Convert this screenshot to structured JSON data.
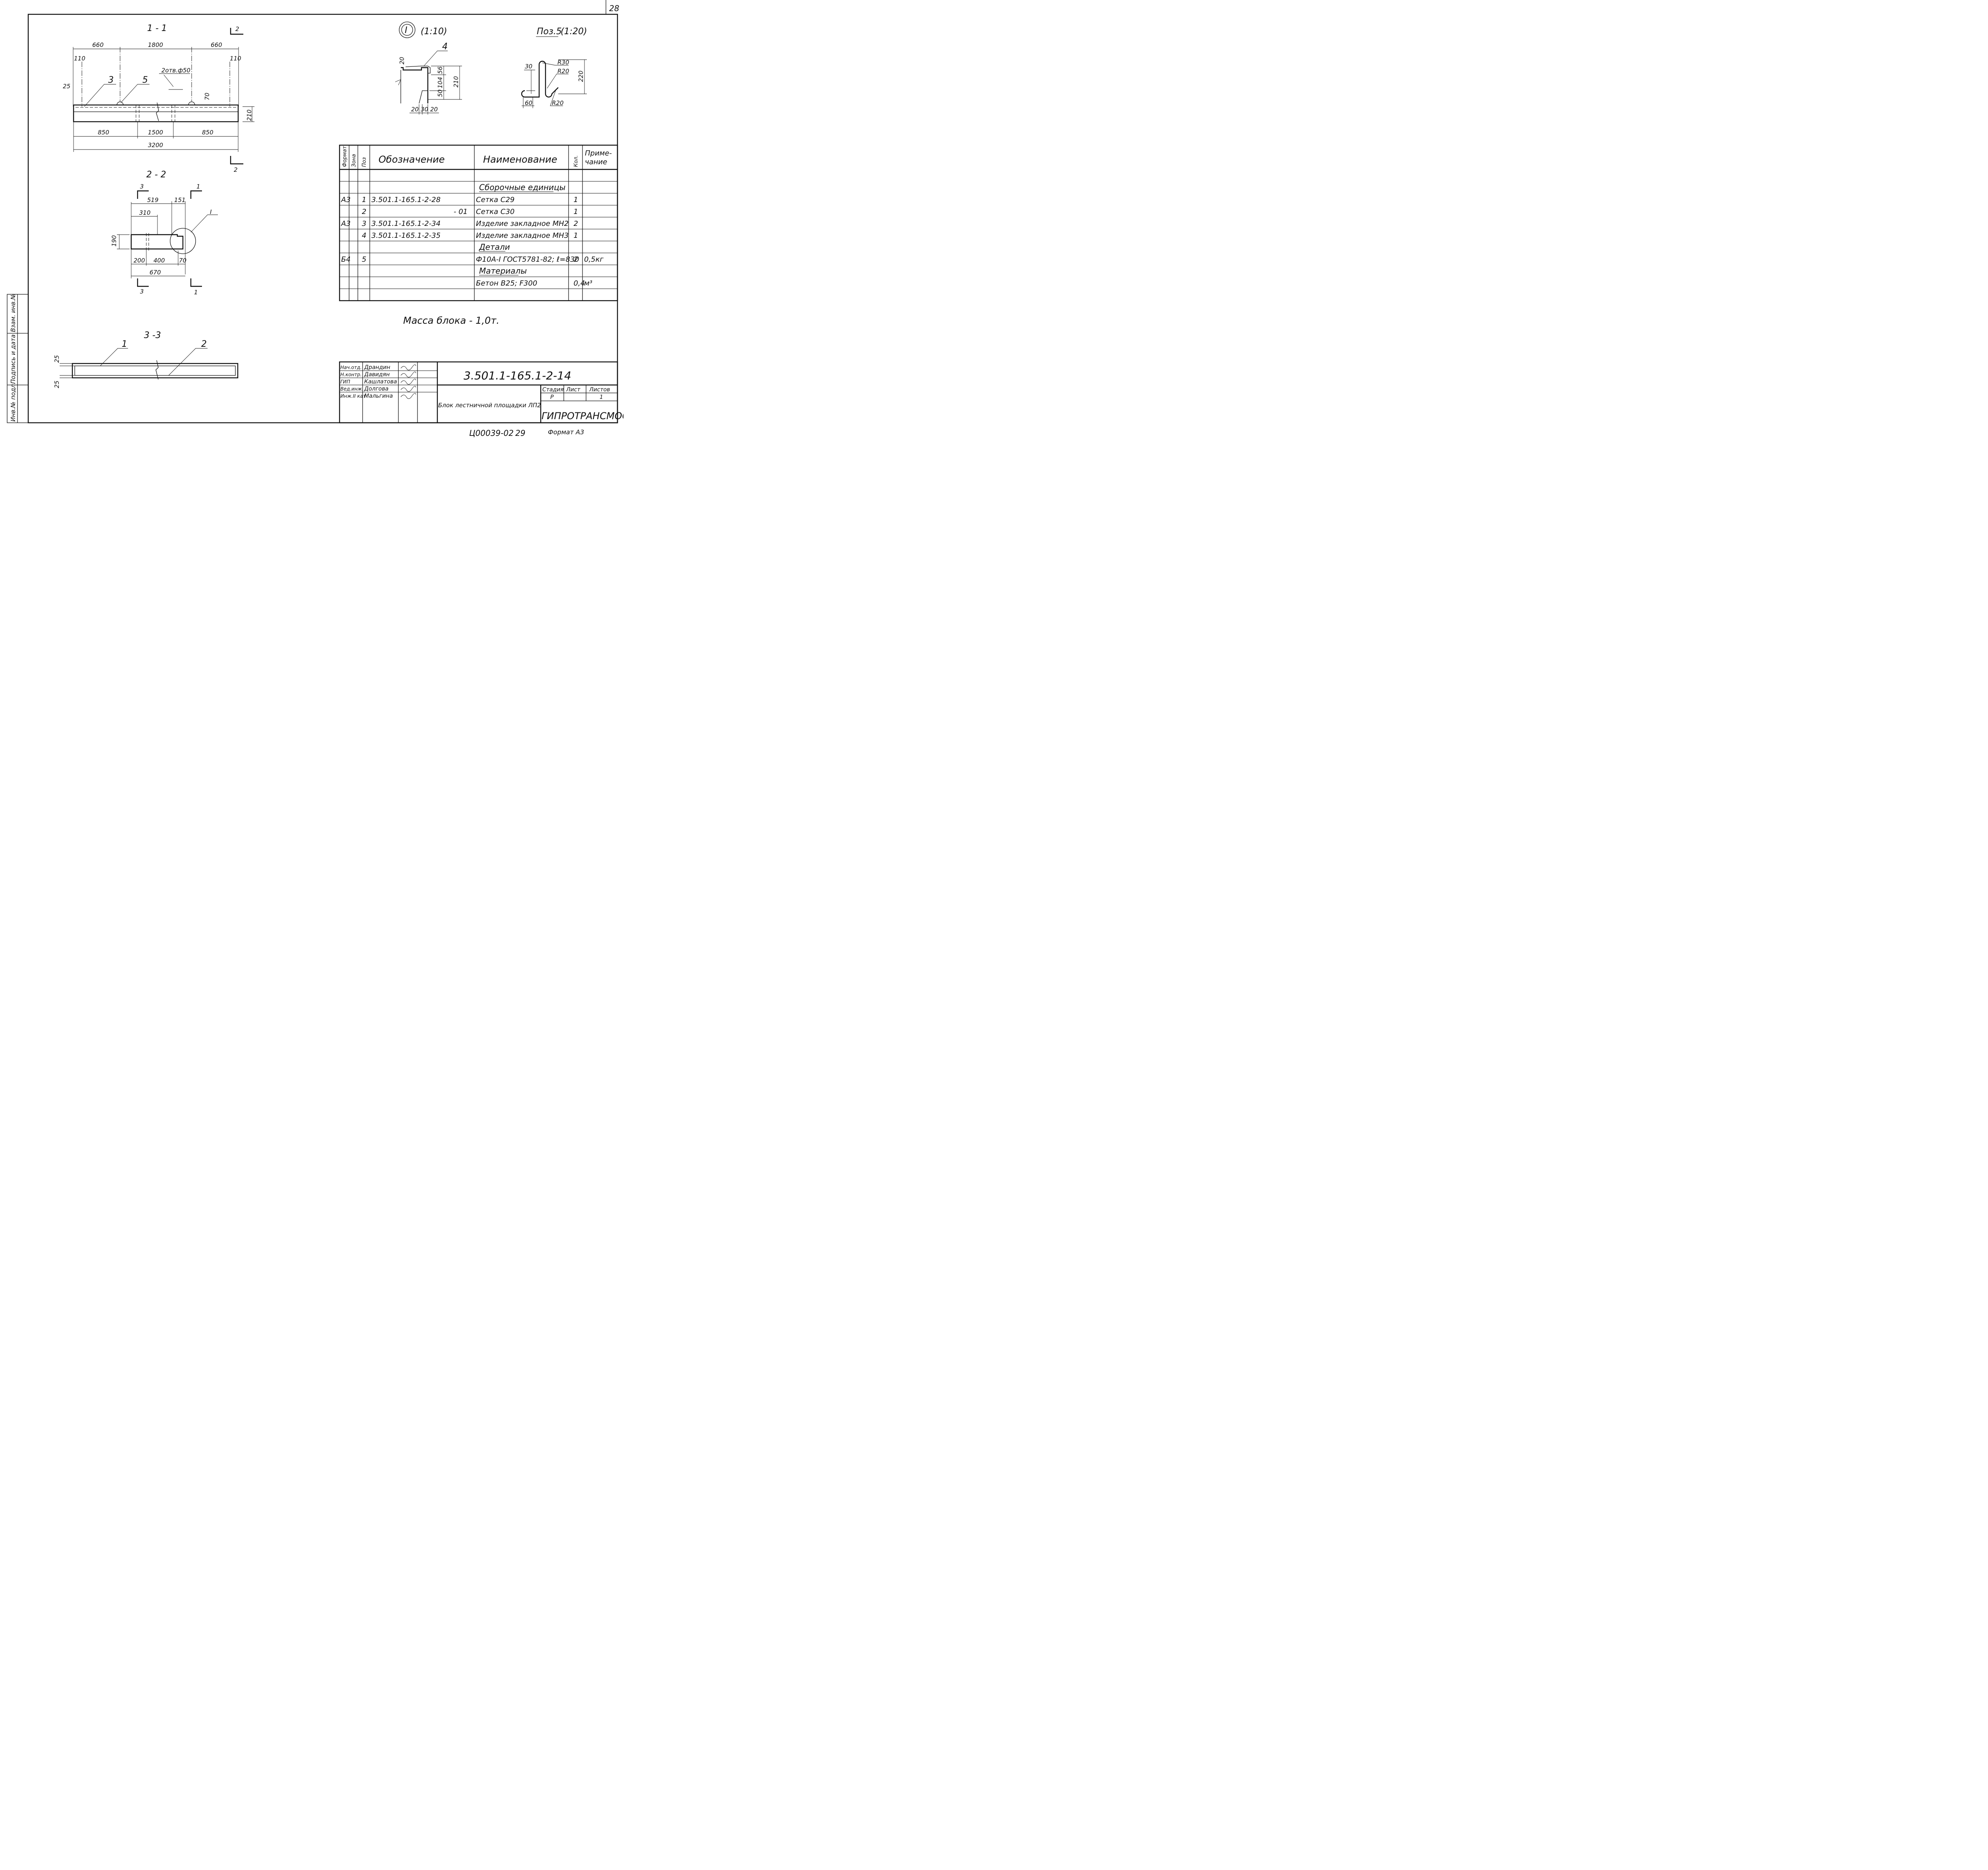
{
  "sheet_number": "28",
  "drawing_code": "3.501.1-165.1-2-14",
  "bottom_code": "Ц00039-02",
  "bottom_page": "29",
  "format_note": "Формат А3",
  "mass_note": "Масса блока - 1,0т.",
  "sections": {
    "s11": {
      "title": "1 - 1",
      "cut": "2",
      "dims_top": [
        "660",
        "1800",
        "660"
      ],
      "dims_small": [
        "110",
        "110",
        "25",
        "70",
        "210"
      ],
      "dims_bottom": [
        "850",
        "1500",
        "850"
      ],
      "overall": "3200",
      "holes": "2отв.ф50",
      "leaders": [
        "3",
        "5"
      ]
    },
    "s22": {
      "title": "2 - 2",
      "cut_left": "3",
      "cut_right": "1",
      "dims_top": [
        "519",
        "151",
        "310"
      ],
      "dim_height": "190",
      "dims_bottom": [
        "200",
        "400",
        "70"
      ],
      "overall": "670",
      "callout": "I"
    },
    "s33": {
      "title": "3 -3",
      "leaders": [
        "1",
        "2"
      ],
      "dims": [
        "25",
        "25"
      ]
    },
    "detail": {
      "mark": "I",
      "scale": "(1:10)",
      "leader": "4",
      "dims": [
        "20",
        "56",
        "104",
        "50",
        "210",
        "20",
        "30",
        "20"
      ]
    },
    "pos5": {
      "title": "Поз.5",
      "scale": "(1:20)",
      "dims": [
        "30",
        "R30",
        "R20",
        "220",
        "60",
        "R20"
      ]
    }
  },
  "spec_table": {
    "headers": [
      "Формат",
      "Зона",
      "Поз",
      "Обозначение",
      "Наименование",
      "Кол.",
      "Приме-\nчание"
    ],
    "rows": [
      [
        "",
        "",
        "",
        "",
        "",
        "",
        ""
      ],
      [
        "",
        "",
        "",
        "",
        "Сборочные единицы",
        "",
        ""
      ],
      [
        "А3",
        "",
        "1",
        "3.501.1-165.1-2-28",
        "Сетка С29",
        "1",
        ""
      ],
      [
        "",
        "",
        "2",
        "- 01",
        "Сетка С30",
        "1",
        ""
      ],
      [
        "А3",
        "",
        "3",
        "3.501.1-165.1-2-34",
        "Изделие закладное МН2",
        "2",
        ""
      ],
      [
        "",
        "",
        "4",
        "3.501.1-165.1-2-35",
        "Изделие закладное МН3",
        "1",
        ""
      ],
      [
        "",
        "",
        "",
        "",
        "Детали",
        "",
        ""
      ],
      [
        "Б4",
        "",
        "5",
        "",
        "Ф10А-I ГОСТ5781-82; ℓ=830",
        "2",
        "0,5кг"
      ],
      [
        "",
        "",
        "",
        "",
        "Материалы",
        "",
        ""
      ],
      [
        "",
        "",
        "",
        "",
        "Бетон В25; F300",
        "0,4",
        "м³"
      ],
      [
        "",
        "",
        "",
        "",
        "",
        "",
        ""
      ]
    ]
  },
  "title_block": {
    "signatures": [
      [
        "Нач.отд.",
        "Драндин"
      ],
      [
        "Н.контр.",
        "Давидян"
      ],
      [
        "ГИП",
        "Кашлатова"
      ],
      [
        "Вед.инж.",
        "Долгова"
      ],
      [
        "Инж.II кат.",
        "Мальгина"
      ]
    ],
    "object_name": "Блок лестничной площадки ЛП2",
    "stage_headers": [
      "Стадия",
      "Лист",
      "Листов"
    ],
    "stage_values": [
      "Р",
      "",
      "1"
    ],
    "organization": "ГИПРОТРАНСМОСТ"
  },
  "side_stamp": [
    "Инв.№ подл.",
    "Подпись и дата",
    "Взам. инв.№"
  ]
}
